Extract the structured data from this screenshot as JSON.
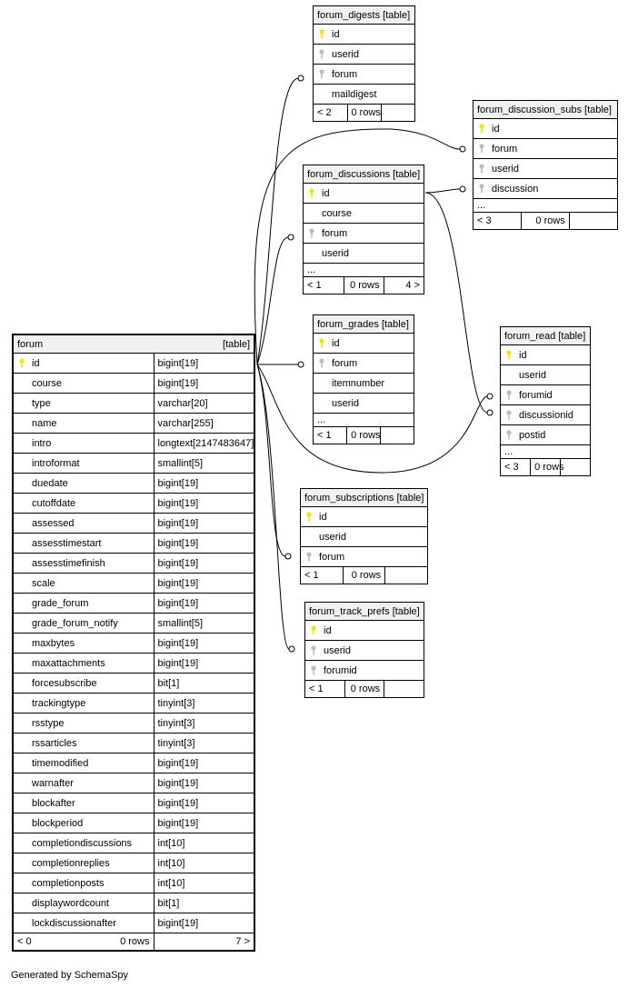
{
  "diagram": {
    "caption": "Generated by SchemaSpy",
    "table_kind": "[table]",
    "tables": [
      {
        "id": "forum_digests",
        "name": "forum_digests",
        "columns": [
          {
            "name": "id",
            "key": "pk"
          },
          {
            "name": "userid",
            "key": "fk"
          },
          {
            "name": "forum",
            "key": "fk"
          },
          {
            "name": "maildigest",
            "key": ""
          }
        ],
        "footer": [
          "< 2",
          "0 rows",
          ""
        ]
      },
      {
        "id": "forum_discussion_subs",
        "name": "forum_discussion_subs",
        "columns": [
          {
            "name": "id",
            "key": "pk"
          },
          {
            "name": "forum",
            "key": "fk"
          },
          {
            "name": "userid",
            "key": "fk"
          },
          {
            "name": "discussion",
            "key": "fk"
          }
        ],
        "ellipsis": "...",
        "footer": [
          "< 3",
          "0 rows",
          ""
        ]
      },
      {
        "id": "forum_discussions",
        "name": "forum_discussions",
        "columns": [
          {
            "name": "id",
            "key": "pk"
          },
          {
            "name": "course",
            "key": ""
          },
          {
            "name": "forum",
            "key": "fk"
          },
          {
            "name": "userid",
            "key": ""
          }
        ],
        "ellipsis": "...",
        "footer": [
          "< 1",
          "0 rows",
          "4 >"
        ]
      },
      {
        "id": "forum_grades",
        "name": "forum_grades",
        "columns": [
          {
            "name": "id",
            "key": "pk"
          },
          {
            "name": "forum",
            "key": "fk"
          },
          {
            "name": "itemnumber",
            "key": ""
          },
          {
            "name": "userid",
            "key": ""
          }
        ],
        "ellipsis": "...",
        "footer": [
          "< 1",
          "0 rows",
          ""
        ]
      },
      {
        "id": "forum_read",
        "name": "forum_read",
        "columns": [
          {
            "name": "id",
            "key": "pk"
          },
          {
            "name": "userid",
            "key": ""
          },
          {
            "name": "forumid",
            "key": "fk"
          },
          {
            "name": "discussionid",
            "key": "fk"
          },
          {
            "name": "postid",
            "key": "fk"
          }
        ],
        "ellipsis": "...",
        "footer": [
          "< 3",
          "0 rows",
          ""
        ]
      },
      {
        "id": "forum_subscriptions",
        "name": "forum_subscriptions",
        "columns": [
          {
            "name": "id",
            "key": "pk"
          },
          {
            "name": "userid",
            "key": ""
          },
          {
            "name": "forum",
            "key": "fk"
          }
        ],
        "footer": [
          "< 1",
          "0 rows",
          ""
        ]
      },
      {
        "id": "forum_track_prefs",
        "name": "forum_track_prefs",
        "columns": [
          {
            "name": "id",
            "key": "pk"
          },
          {
            "name": "userid",
            "key": "fk"
          },
          {
            "name": "forumid",
            "key": "fk"
          }
        ],
        "footer": [
          "< 1",
          "0 rows",
          ""
        ]
      }
    ],
    "forum": {
      "name": "forum",
      "columns": [
        {
          "name": "id",
          "type": "bigint[19]",
          "key": "pk"
        },
        {
          "name": "course",
          "type": "bigint[19]",
          "key": ""
        },
        {
          "name": "type",
          "type": "varchar[20]",
          "key": ""
        },
        {
          "name": "name",
          "type": "varchar[255]",
          "key": ""
        },
        {
          "name": "intro",
          "type": "longtext[2147483647]",
          "key": ""
        },
        {
          "name": "introformat",
          "type": "smallint[5]",
          "key": ""
        },
        {
          "name": "duedate",
          "type": "bigint[19]",
          "key": ""
        },
        {
          "name": "cutoffdate",
          "type": "bigint[19]",
          "key": ""
        },
        {
          "name": "assessed",
          "type": "bigint[19]",
          "key": ""
        },
        {
          "name": "assesstimestart",
          "type": "bigint[19]",
          "key": ""
        },
        {
          "name": "assesstimefinish",
          "type": "bigint[19]",
          "key": ""
        },
        {
          "name": "scale",
          "type": "bigint[19]",
          "key": ""
        },
        {
          "name": "grade_forum",
          "type": "bigint[19]",
          "key": ""
        },
        {
          "name": "grade_forum_notify",
          "type": "smallint[5]",
          "key": ""
        },
        {
          "name": "maxbytes",
          "type": "bigint[19]",
          "key": ""
        },
        {
          "name": "maxattachments",
          "type": "bigint[19]",
          "key": ""
        },
        {
          "name": "forcesubscribe",
          "type": "bit[1]",
          "key": ""
        },
        {
          "name": "trackingtype",
          "type": "tinyint[3]",
          "key": ""
        },
        {
          "name": "rsstype",
          "type": "tinyint[3]",
          "key": ""
        },
        {
          "name": "rssarticles",
          "type": "tinyint[3]",
          "key": ""
        },
        {
          "name": "timemodified",
          "type": "bigint[19]",
          "key": ""
        },
        {
          "name": "warnafter",
          "type": "bigint[19]",
          "key": ""
        },
        {
          "name": "blockafter",
          "type": "bigint[19]",
          "key": ""
        },
        {
          "name": "blockperiod",
          "type": "bigint[19]",
          "key": ""
        },
        {
          "name": "completiondiscussions",
          "type": "int[10]",
          "key": ""
        },
        {
          "name": "completionreplies",
          "type": "int[10]",
          "key": ""
        },
        {
          "name": "completionposts",
          "type": "int[10]",
          "key": ""
        },
        {
          "name": "displaywordcount",
          "type": "bit[1]",
          "key": ""
        },
        {
          "name": "lockdiscussionafter",
          "type": "bigint[19]",
          "key": ""
        }
      ],
      "footer": [
        "< 0",
        "0 rows",
        "7 >"
      ]
    },
    "colors": {
      "primary_key": "#f2e600",
      "foreign_key": "#bdbdbd",
      "header": "#f1f1f1",
      "line": "#000000"
    }
  }
}
